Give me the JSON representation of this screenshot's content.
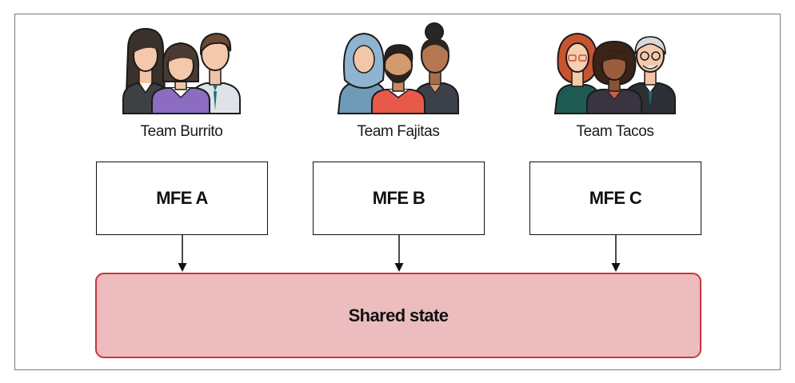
{
  "teams": [
    {
      "label": "Team Burrito"
    },
    {
      "label": "Team Fajitas"
    },
    {
      "label": "Team Tacos"
    }
  ],
  "mfes": [
    {
      "label": "MFE A"
    },
    {
      "label": "MFE B"
    },
    {
      "label": "MFE C"
    }
  ],
  "shared": {
    "label": "Shared state"
  },
  "colors": {
    "shared_fill": "#ecbcbe",
    "shared_border": "#c9363f",
    "box_border": "#111111",
    "frame_border": "#7a7a7a"
  },
  "icons": [
    "people-group-icon",
    "people-group-icon",
    "people-group-icon"
  ]
}
